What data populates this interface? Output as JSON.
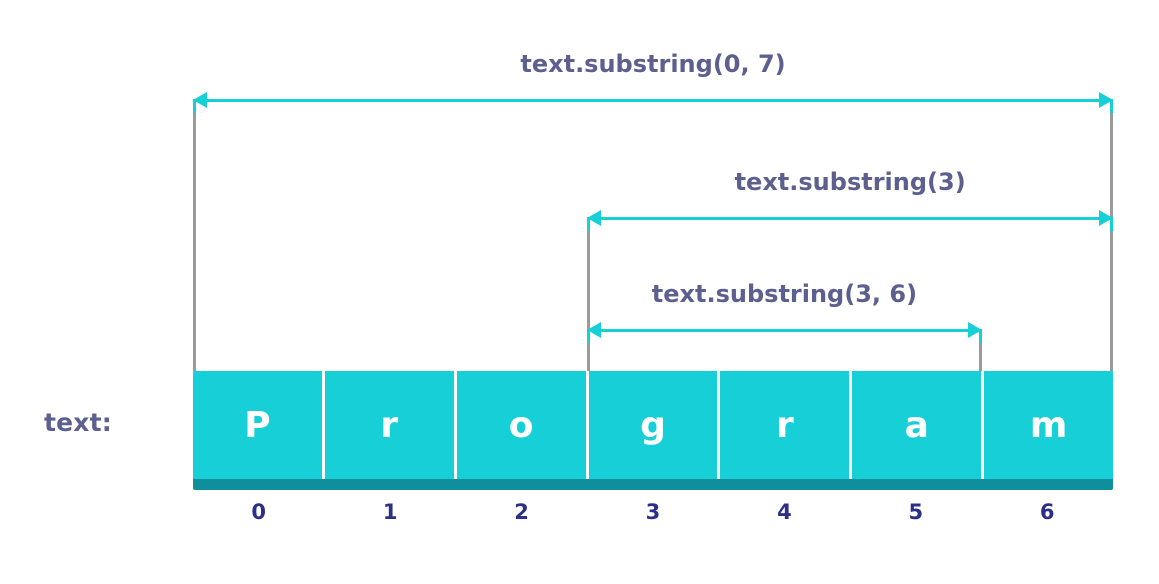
{
  "diagram": {
    "side_label": "text:",
    "string_value": "Program",
    "characters": [
      "P",
      "r",
      "o",
      "g",
      "r",
      "a",
      "m"
    ],
    "indices": [
      "0",
      "1",
      "2",
      "3",
      "4",
      "5",
      "6"
    ],
    "brackets": [
      {
        "label": "text.substring(0, 7)",
        "start_index": 0,
        "end_index": 7
      },
      {
        "label": "text.substring(3)",
        "start_index": 3,
        "end_index": 7
      },
      {
        "label": "text.substring(3, 6)",
        "start_index": 3,
        "end_index": 6
      }
    ],
    "colors": {
      "cell_fill": "#17cfd6",
      "cell_shadow": "#0e8f9b",
      "cell_text": "#ffffff",
      "label_text": "#5d608f",
      "index_text": "#2b2f8a",
      "bracket_line": "#17cfd6",
      "bracket_stem": "#9a9a9a",
      "background": "#ffffff"
    }
  }
}
